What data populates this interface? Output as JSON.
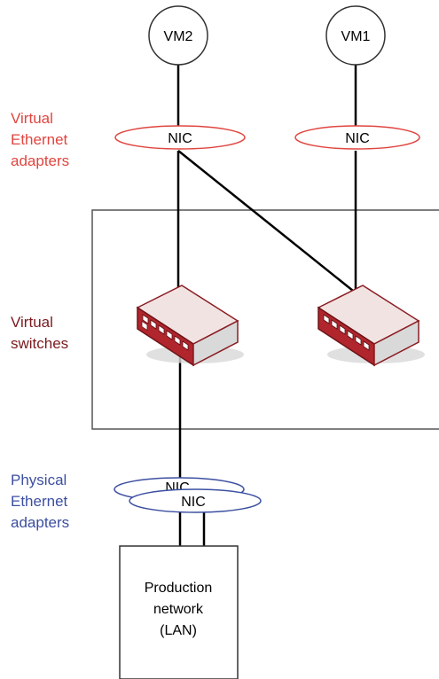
{
  "nodes": {
    "vm2": "VM2",
    "vm1": "VM1"
  },
  "nics": {
    "vm2_nic": "NIC",
    "vm1_nic": "NIC",
    "physical_back": "NIC",
    "physical_front": "NIC"
  },
  "side_labels": {
    "virtual_ethernet": [
      "Virtual",
      "Ethernet",
      "adapters"
    ],
    "virtual_switches": [
      "Virtual",
      "switches"
    ],
    "physical_ethernet": [
      "Physical",
      "Ethernet",
      "adapters"
    ]
  },
  "production": [
    "Production",
    "network",
    "(LAN)"
  ],
  "colors": {
    "virtual_adapter": "#e0453f",
    "virtual_switch": "#7a1a1e",
    "physical_adapter": "#3c4fa0",
    "line": "#000000",
    "box_border": "#555555"
  }
}
